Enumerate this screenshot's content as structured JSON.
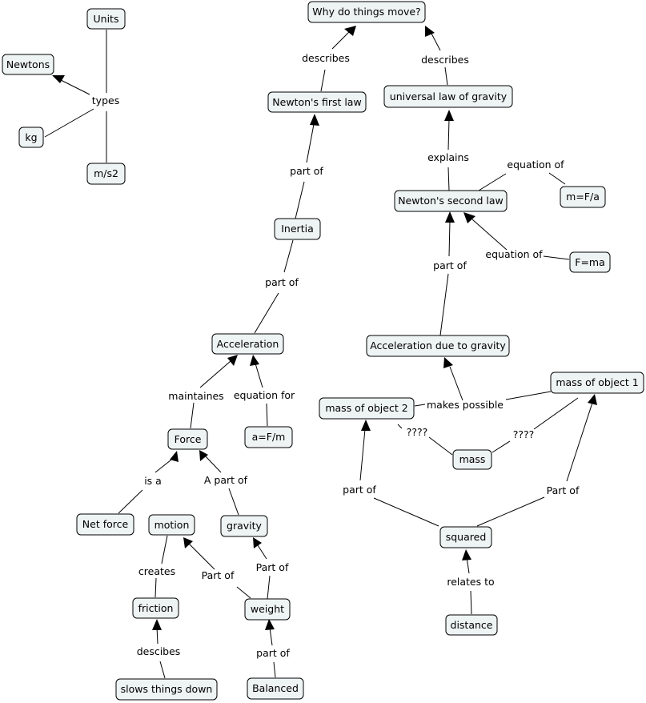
{
  "concepts": {
    "units": "Units",
    "newtons": "Newtons",
    "kg": "kg",
    "ms2": "m/s2",
    "why": "Why do things move?",
    "first_law": "Newton's first law",
    "gravity_law": "universal law of gravity",
    "second_law": "Newton's second law",
    "m_fa": "m=F/a",
    "f_ma": "F=ma",
    "inertia": "Inertia",
    "acceleration": "Acceleration",
    "accel_gravity": "Acceleration due to gravity",
    "mass1": "mass of object 1",
    "mass2": "mass of object 2",
    "mass": "mass",
    "force": "Force",
    "a_fm": "a=F/m",
    "net_force": "Net force",
    "motion": "motion",
    "gravity": "gravity",
    "friction": "friction",
    "weight": "weight",
    "squared": "squared",
    "distance": "distance",
    "slows": "slows things down",
    "balanced": "Balanced"
  },
  "links": {
    "types": "types",
    "describes_left": "describes",
    "describes_right": "describes",
    "part_of_first_law": "part of",
    "explains": "explains",
    "equation_of_mfa": "equation of",
    "equation_of_fma": "equation of",
    "part_of_inertia": "part of",
    "part_of_second_law": "part of",
    "makes_possible": "makes possible",
    "maintaines": "maintaines",
    "equation_for": "equation for",
    "q_left": "????",
    "q_right": "????",
    "is_a": "is a",
    "a_part_of": "A part of",
    "part_of_mass2": "part of",
    "part_of_mass1": "Part of",
    "creates": "creates",
    "part_of_motion": "Part of",
    "part_of_gravity": "Part of",
    "relates_to": "relates to",
    "descibes": "descibes",
    "part_of_weight": "part of"
  }
}
